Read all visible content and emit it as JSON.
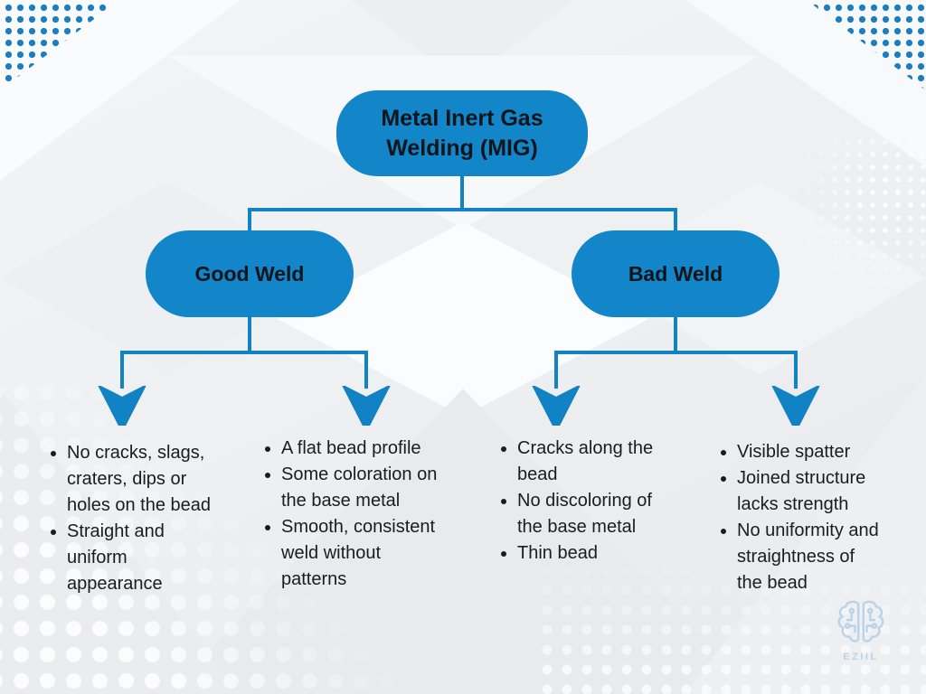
{
  "diagram": {
    "root_label": "Metal Inert Gas Welding (MIG)",
    "branches": [
      {
        "label": "Good Weld",
        "columns": [
          {
            "items": [
              "No cracks, slags, craters, dips or holes on the bead",
              "Straight and uniform appearance"
            ]
          },
          {
            "items": [
              "A flat bead profile",
              "Some coloration on the base metal",
              "Smooth, consistent weld without patterns"
            ]
          }
        ]
      },
      {
        "label": "Bad Weld",
        "columns": [
          {
            "items": [
              "Cracks along the bead",
              "No discoloring of the base metal",
              "Thin bead"
            ]
          },
          {
            "items": [
              "Visible spatter",
              "Joined structure lacks strength",
              "No uniformity and straightness of the bead"
            ]
          }
        ]
      }
    ]
  },
  "branding": {
    "logo_text": "EZIIL",
    "logo_icon": "brain-circuit-icon"
  },
  "icons": {
    "arrow": "down-arrow-icon"
  },
  "colors": {
    "node_fill": "#1385c9",
    "connector": "#1182c4",
    "node_text": "#0e151b",
    "body_text": "#1c1c1e",
    "logo": "#b9d3e8",
    "dots_blue": "#1b7ec2"
  }
}
